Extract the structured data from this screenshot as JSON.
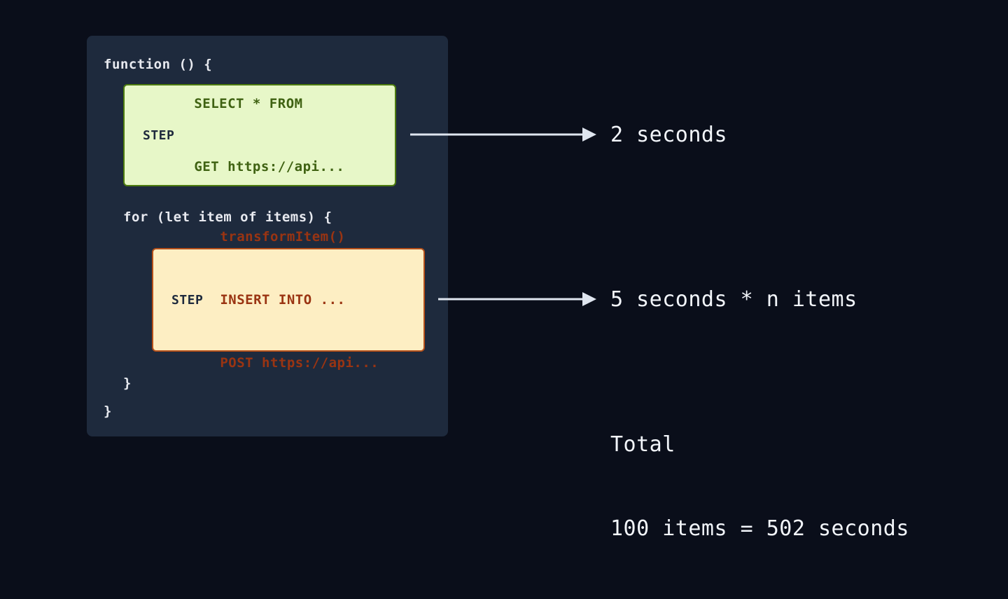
{
  "colors": {
    "page_background": "#0a0e1a",
    "panel_background": "#1e2a3d",
    "code_text": "#e8eaf0",
    "green_box_fill": "#e7f7c8",
    "green_box_border": "#4d7c0f",
    "green_box_text": "#3f6212",
    "orange_box_fill": "#fdeec3",
    "orange_box_border": "#b5501a",
    "orange_box_text": "#9a3412",
    "step_label_text": "#1e2a3d",
    "arrow": "#dfe5ef",
    "annotation_text": "#f2f5fa"
  },
  "code_panel": {
    "function_line": "function () {",
    "for_line": "for (let item of items) {",
    "close_inner": "}",
    "close_outer": "}"
  },
  "steps": [
    {
      "id": "step-1",
      "label": "STEP",
      "color": "green",
      "code_lines": [
        "SELECT * FROM",
        "GET https://api..."
      ]
    },
    {
      "id": "step-2",
      "label": "STEP",
      "color": "orange",
      "code_lines": [
        "transformItem()",
        "INSERT INTO ...",
        "POST https://api..."
      ]
    }
  ],
  "annotations": [
    {
      "id": "annotation-1",
      "text": "2 seconds"
    },
    {
      "id": "annotation-2",
      "text": "5 seconds * n items"
    }
  ],
  "total": {
    "heading": "Total",
    "summary": "100 items = 502 seconds"
  }
}
